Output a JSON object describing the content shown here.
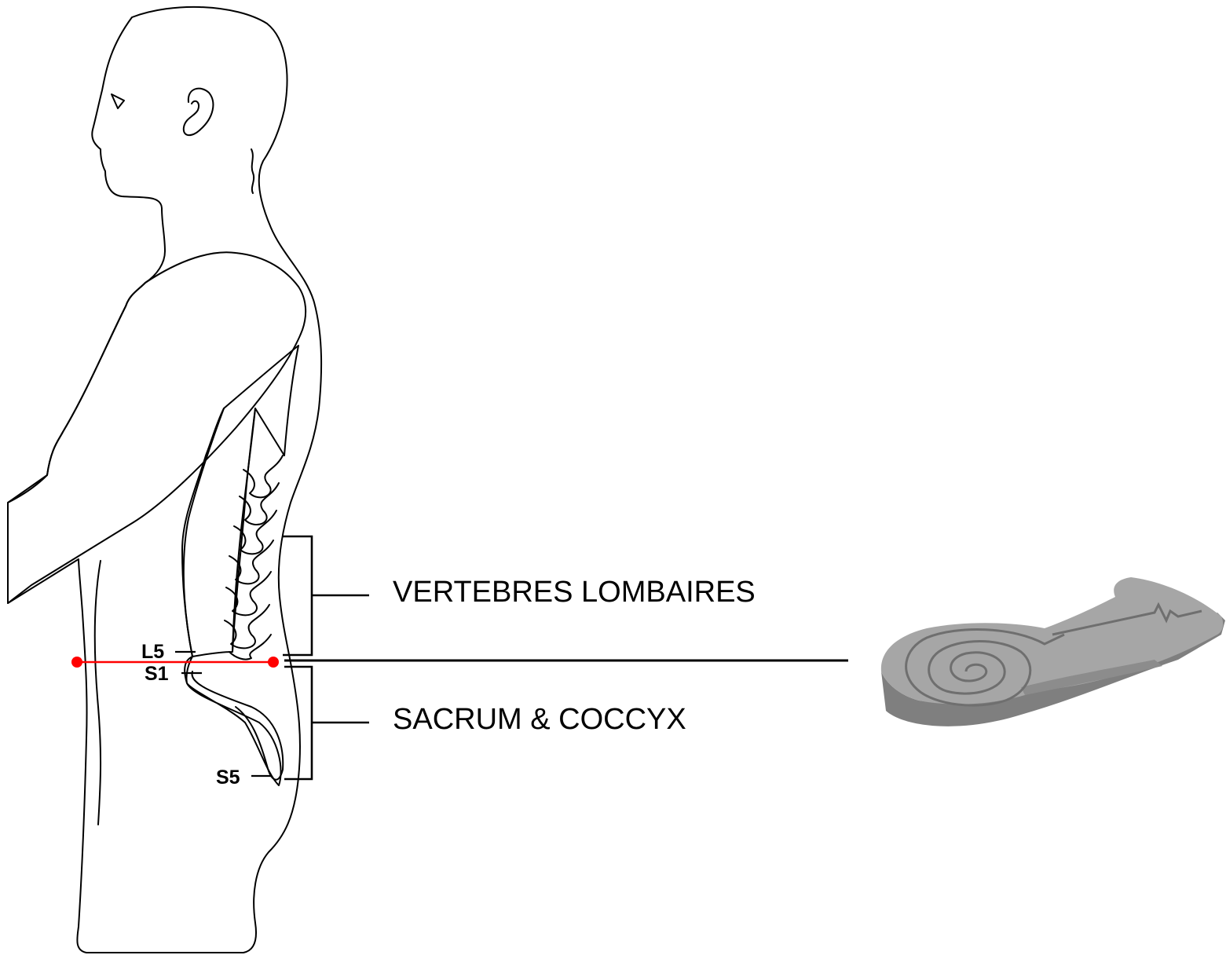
{
  "labels": {
    "lumbar_region": "VERTEBRES LOMBAIRES",
    "sacral_region": "SACRUM & COCCYX",
    "l5": "L5",
    "s1": "S1",
    "s5": "S5"
  },
  "colors": {
    "skin": "#fbe3d6",
    "bone_area": "#f2f2f2",
    "outline": "#000000",
    "reference_line": "#ff0000",
    "device_top": "#a6a6a6",
    "device_side": "#7f7f7f",
    "device_groove": "#6f6f6f"
  },
  "icons": {
    "figure": "human-profile-figure",
    "device": "spiral-coil-device-icon"
  }
}
